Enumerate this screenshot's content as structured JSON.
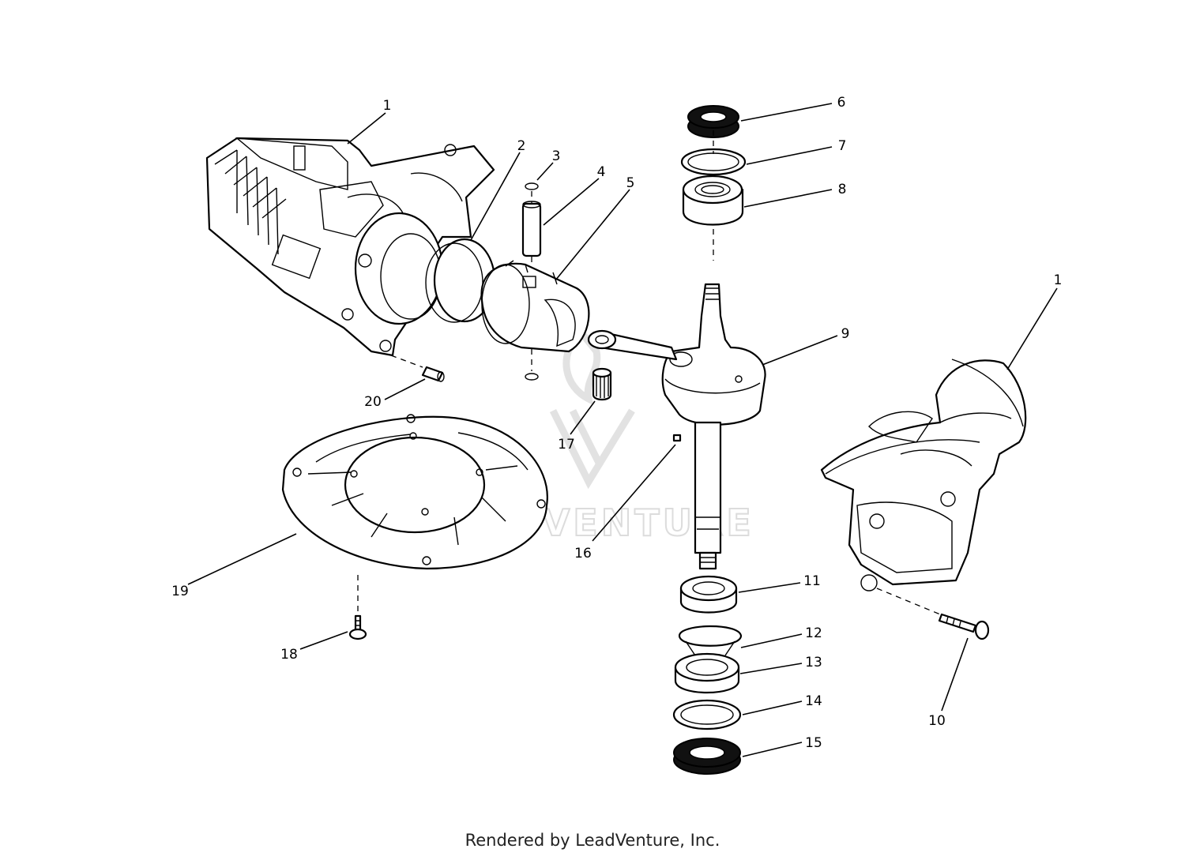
{
  "diagram": {
    "callouts": [
      {
        "id": "c1a",
        "label": "1"
      },
      {
        "id": "c1b",
        "label": "1"
      },
      {
        "id": "c2",
        "label": "2"
      },
      {
        "id": "c3",
        "label": "3"
      },
      {
        "id": "c4",
        "label": "4"
      },
      {
        "id": "c5",
        "label": "5"
      },
      {
        "id": "c6",
        "label": "6"
      },
      {
        "id": "c7",
        "label": "7"
      },
      {
        "id": "c8",
        "label": "8"
      },
      {
        "id": "c9",
        "label": "9"
      },
      {
        "id": "c10",
        "label": "10"
      },
      {
        "id": "c11",
        "label": "11"
      },
      {
        "id": "c12",
        "label": "12"
      },
      {
        "id": "c13",
        "label": "13"
      },
      {
        "id": "c14",
        "label": "14"
      },
      {
        "id": "c15",
        "label": "15"
      },
      {
        "id": "c16",
        "label": "16"
      },
      {
        "id": "c17",
        "label": "17"
      },
      {
        "id": "c18",
        "label": "18"
      },
      {
        "id": "c19",
        "label": "19"
      },
      {
        "id": "c20",
        "label": "20"
      }
    ],
    "watermark_text": "LEADVENTURE"
  },
  "footer": {
    "credit": "Rendered by LeadVenture, Inc."
  }
}
